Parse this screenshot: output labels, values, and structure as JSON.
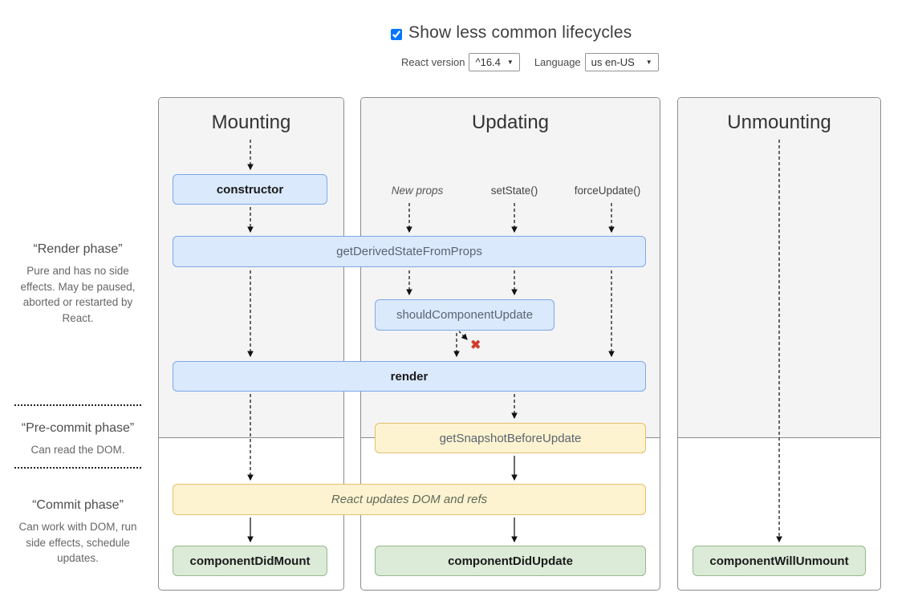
{
  "header": {
    "toggle_label": "Show less common lifecycles",
    "toggle_checked": "checked",
    "react_version_label": "React version",
    "react_version_value": "^16.4",
    "language_label": "Language",
    "language_value": "us en-US",
    "dropdown_arrow": "▼"
  },
  "left_panel": {
    "render_phase": {
      "title": "“Render phase”",
      "description": "Pure and has no side effects. May be paused, aborted or restarted by React."
    },
    "pre_commit_phase": {
      "title": "“Pre-commit phase”",
      "description": "Can read the DOM."
    },
    "commit_phase": {
      "title": "“Commit phase”",
      "description": "Can work with DOM, run side effects, schedule updates."
    }
  },
  "columns": {
    "mounting": {
      "title": "Mounting"
    },
    "updating": {
      "title": "Updating",
      "triggers": {
        "new_props": "New props",
        "set_state": "setState()",
        "force_update": "forceUpdate()"
      }
    },
    "unmounting": {
      "title": "Unmounting"
    }
  },
  "lifecycle_boxes": {
    "constructor": "constructor",
    "get_derived_state_from_props": "getDerivedStateFromProps",
    "should_component_update": "shouldComponentUpdate",
    "render": "render",
    "get_snapshot_before_update": "getSnapshotBeforeUpdate",
    "react_updates_dom": "React updates DOM and refs",
    "component_did_mount": "componentDidMount",
    "component_did_update": "componentDidUpdate",
    "component_will_unmount": "componentWillUnmount"
  },
  "annotations": {
    "skip_mark": "✖"
  },
  "colors": {
    "box_blue_bg": "#dbe9fd",
    "box_blue_border": "#7da7e8",
    "box_yellow_bg": "#fdf3d1",
    "box_yellow_border": "#e3c267",
    "box_green_bg": "#dcead8",
    "box_green_border": "#94bb8a",
    "phase_gray_bg": "#f4f4f4",
    "card_border": "#8c8c8c",
    "skip_red": "#d63a2b"
  }
}
